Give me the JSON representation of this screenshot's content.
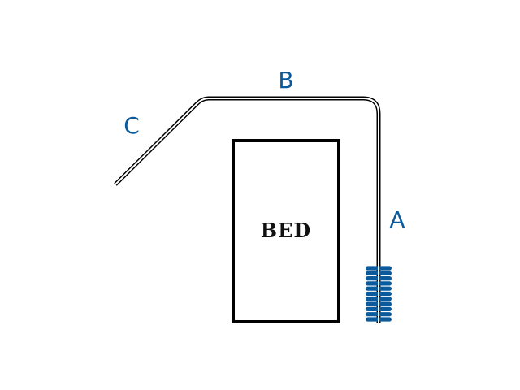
{
  "labels": {
    "a": "A",
    "b": "B",
    "c": "C",
    "bed": "BED"
  },
  "colors": {
    "label": "#0a5a9c",
    "coil": "#0a5a9c",
    "line": "#000000"
  },
  "icons": {
    "coil": "spring-coil-icon"
  }
}
